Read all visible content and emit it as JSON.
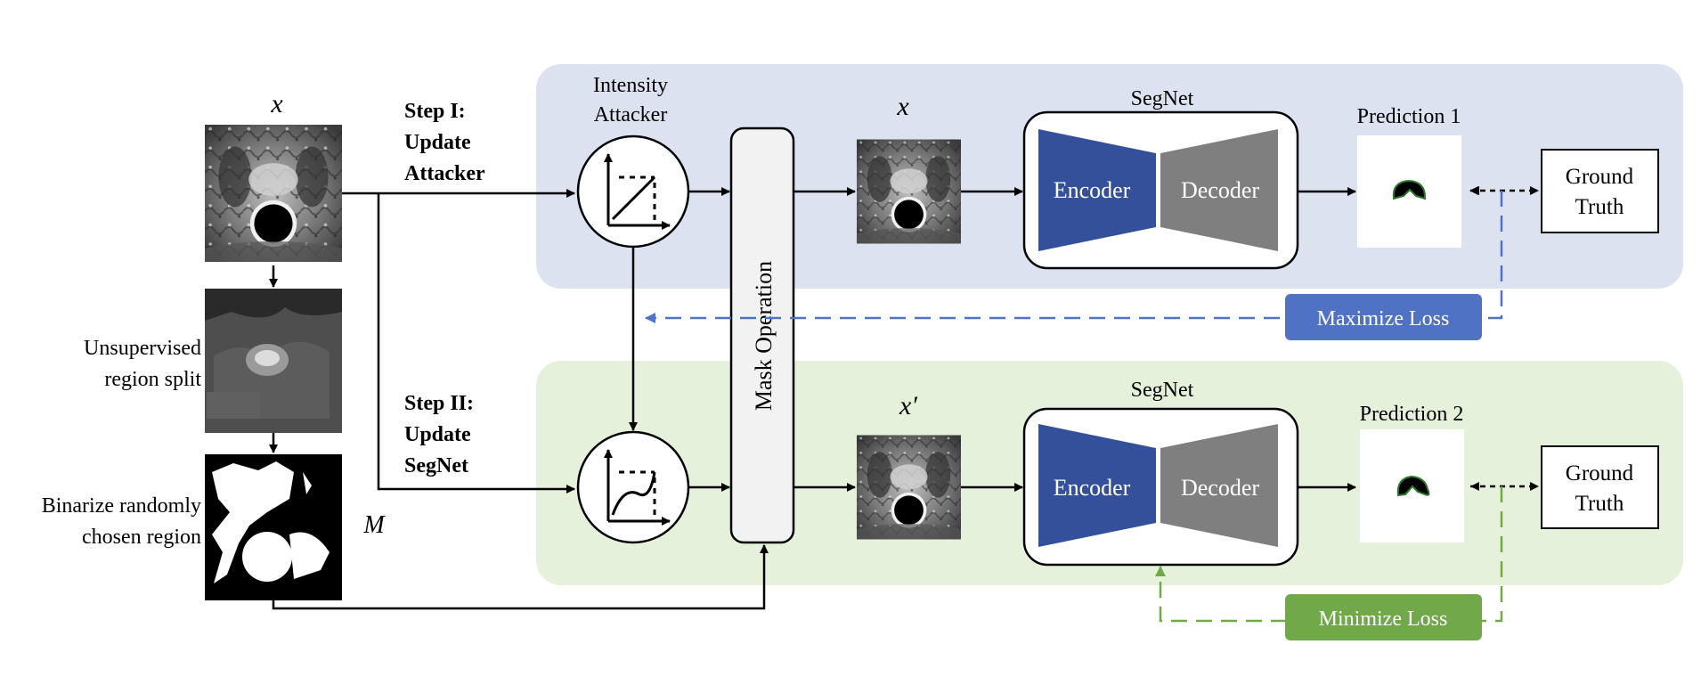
{
  "colors": {
    "top_panel": "#dde2f1",
    "bottom_panel": "#e6f1dc",
    "encoder": "#34509a",
    "decoder": "#7f7f7f",
    "maximize": "#4f72c4",
    "minimize": "#71a94a",
    "mask_op_fill": "#f2f2f2"
  },
  "labels": {
    "x_input": "x",
    "x_top": "x",
    "x_prime": "x′",
    "mask_symbol": "M",
    "step1": [
      "Step I:",
      "Update",
      "Attacker"
    ],
    "step2": [
      "Step II:",
      "Update",
      "SegNet"
    ],
    "intensity_attacker": [
      "Intensity",
      "Attacker"
    ],
    "unsupervised_split": [
      "Unsupervised",
      "region split"
    ],
    "binarize": [
      "Binarize randomly",
      "chosen region"
    ],
    "mask_operation": "Mask Operation",
    "segnet_top": "SegNet",
    "segnet_bottom": "SegNet",
    "encoder": "Encoder",
    "decoder": "Decoder",
    "prediction1": "Prediction 1",
    "prediction2": "Prediction 2",
    "ground_truth": [
      "Ground",
      "Truth"
    ],
    "maximize_loss": "Maximize Loss",
    "minimize_loss": "Minimize Loss"
  },
  "icons": {
    "attacker_top": "linear-curve-icon",
    "attacker_bottom": "nonlinear-curve-icon"
  }
}
